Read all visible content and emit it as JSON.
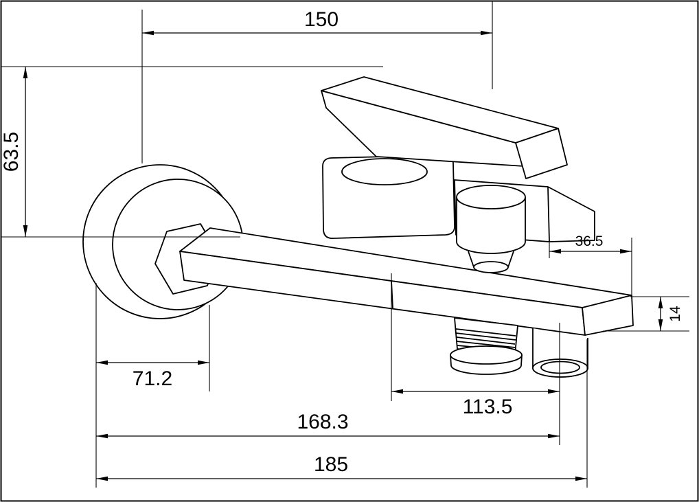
{
  "dims": {
    "top_span": "150",
    "height_left": "63.5",
    "right_offset": "36.5",
    "end_thickness": "14",
    "flange_depth": "71.2",
    "outlet_span": "113.5",
    "body_span": "168.3",
    "total_span": "185"
  },
  "style": {
    "line_color": "#000000",
    "background": "#ffffff"
  }
}
